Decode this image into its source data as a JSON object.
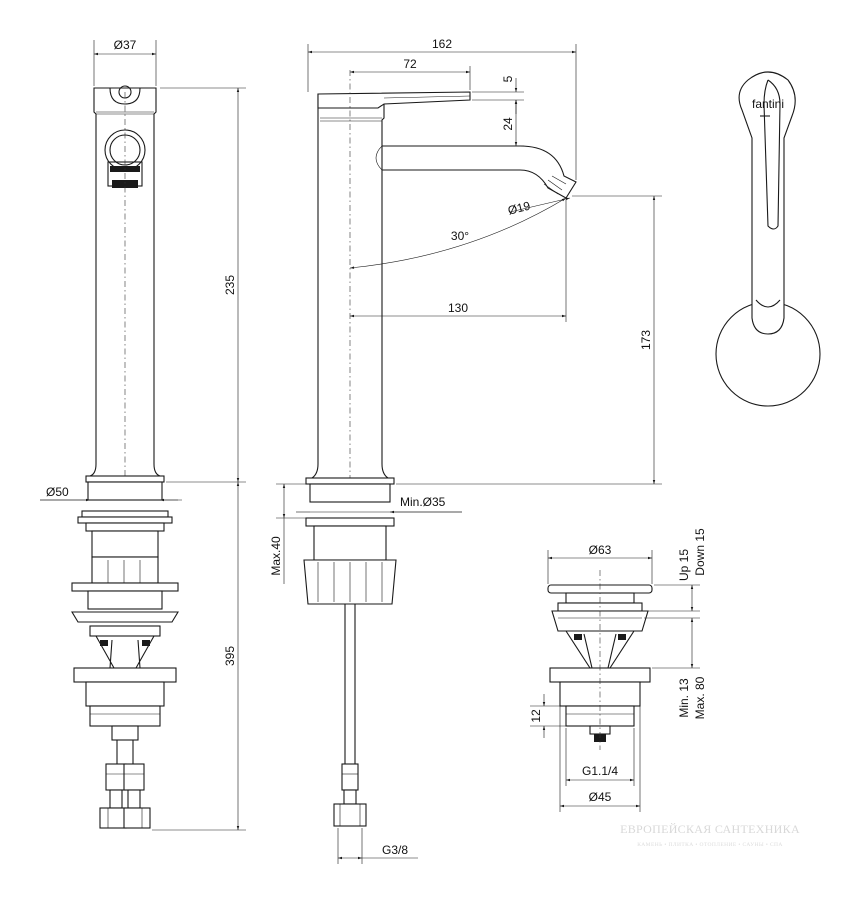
{
  "dimensions": {
    "d37": "Ø37",
    "h235": "235",
    "d50": "Ø50",
    "h395": "395",
    "w162": "162",
    "w72": "72",
    "h5": "5",
    "h24": "24",
    "d19": "Ø19",
    "angle30": "30°",
    "r130": "130",
    "h173": "173",
    "min35": "Min.Ø35",
    "max40": "Max.40",
    "g38": "G3/8",
    "d63": "Ø63",
    "up15": "Up 15",
    "down15": "Down 15",
    "min13": "Min. 13",
    "max80": "Max. 80",
    "h12": "12",
    "g114": "G1.1/4",
    "d45": "Ø45"
  },
  "logo_text": "fantini",
  "watermark": {
    "title": "ЕВРОПЕЙСКАЯ САНТЕХНИКА",
    "subtitle": "КАМЕНЬ • ПЛИТКА • ОТОПЛЕНИЕ • САУНЫ • СПА"
  }
}
